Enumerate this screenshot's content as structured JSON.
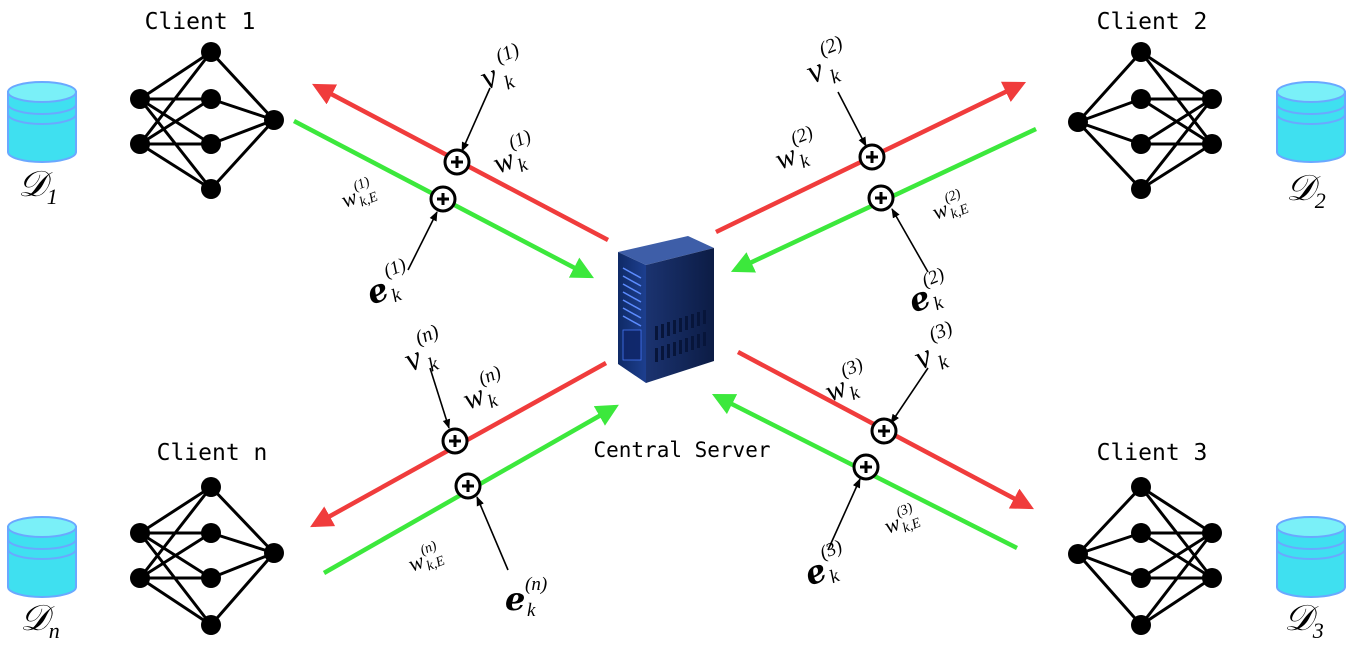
{
  "server": {
    "label": "Central Server"
  },
  "clients": [
    {
      "label": "Client 1",
      "dataset_symbol": "𝒟",
      "dataset_sub": "1"
    },
    {
      "label": "Client 2",
      "dataset_symbol": "𝒟",
      "dataset_sub": "2"
    },
    {
      "label": "Client n",
      "dataset_symbol": "𝒟",
      "dataset_sub": "n"
    },
    {
      "label": "Client 3",
      "dataset_symbol": "𝒟",
      "dataset_sub": "3"
    }
  ],
  "symbols": {
    "nu": "ν",
    "w": "w",
    "e": "e",
    "k": "k",
    "kE": "k,E"
  },
  "superscripts": {
    "c1": "(1)",
    "c2": "(2)",
    "c3": "(3)",
    "cn": "(n)"
  },
  "colors": {
    "downlink": "#f03c3c",
    "uplink": "#3ce83c",
    "dataset_fill": "#3fe0f0",
    "dataset_stroke": "#6aa8ff",
    "node": "#000000"
  }
}
